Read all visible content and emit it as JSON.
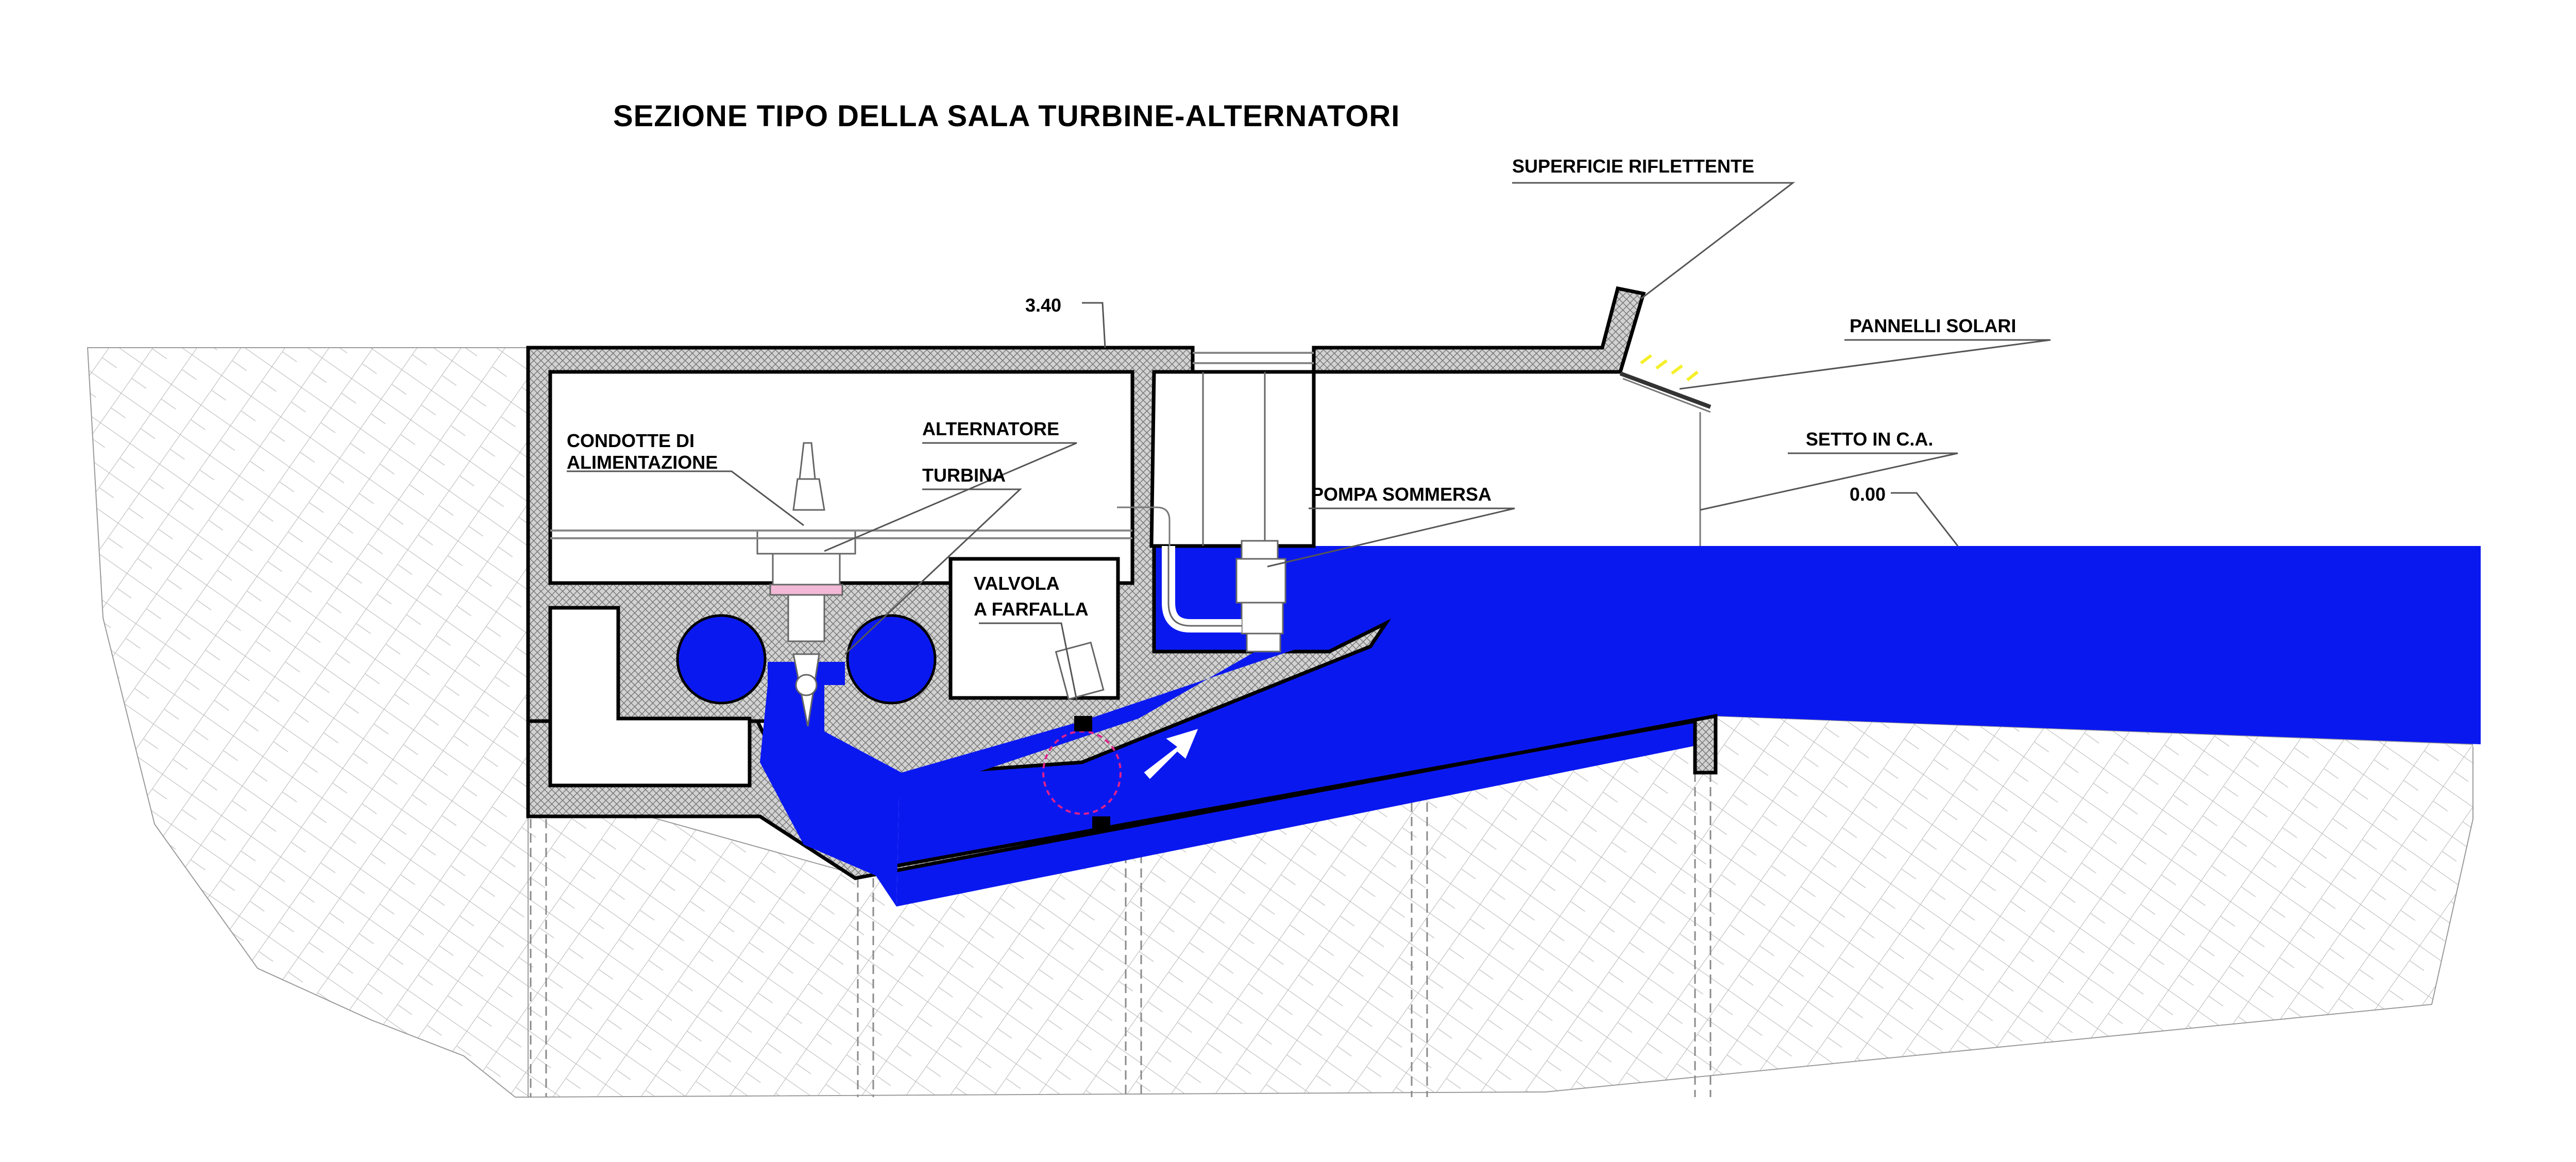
{
  "title": "SEZIONE  TIPO  DELLA  SALA TURBINE-ALTERNATORI",
  "labels": {
    "superficie": "SUPERFICIE RIFLETTENTE",
    "pannelli": "PANNELLI SOLARI",
    "setto": "SETTO IN C.A.",
    "level_top": "3.40",
    "level_zero": "0.00",
    "condotte_1": "CONDOTTE DI",
    "condotte_2": "ALIMENTAZIONE",
    "alternatore": "ALTERNATORE",
    "turbina": "TURBINA",
    "pompa": "POMPA SOMMERSA",
    "valvola_1": "VALVOLA",
    "valvola_2": "A FARFALLA"
  },
  "colors": {
    "water": "#0a18f0",
    "solar_accent": "#f5ef2a",
    "joint_accent": "#e0208a"
  },
  "icons": [
    "flow-arrow-icon",
    "solar-panel-icon",
    "turbine-icon",
    "pump-icon",
    "butterfly-valve-icon"
  ]
}
